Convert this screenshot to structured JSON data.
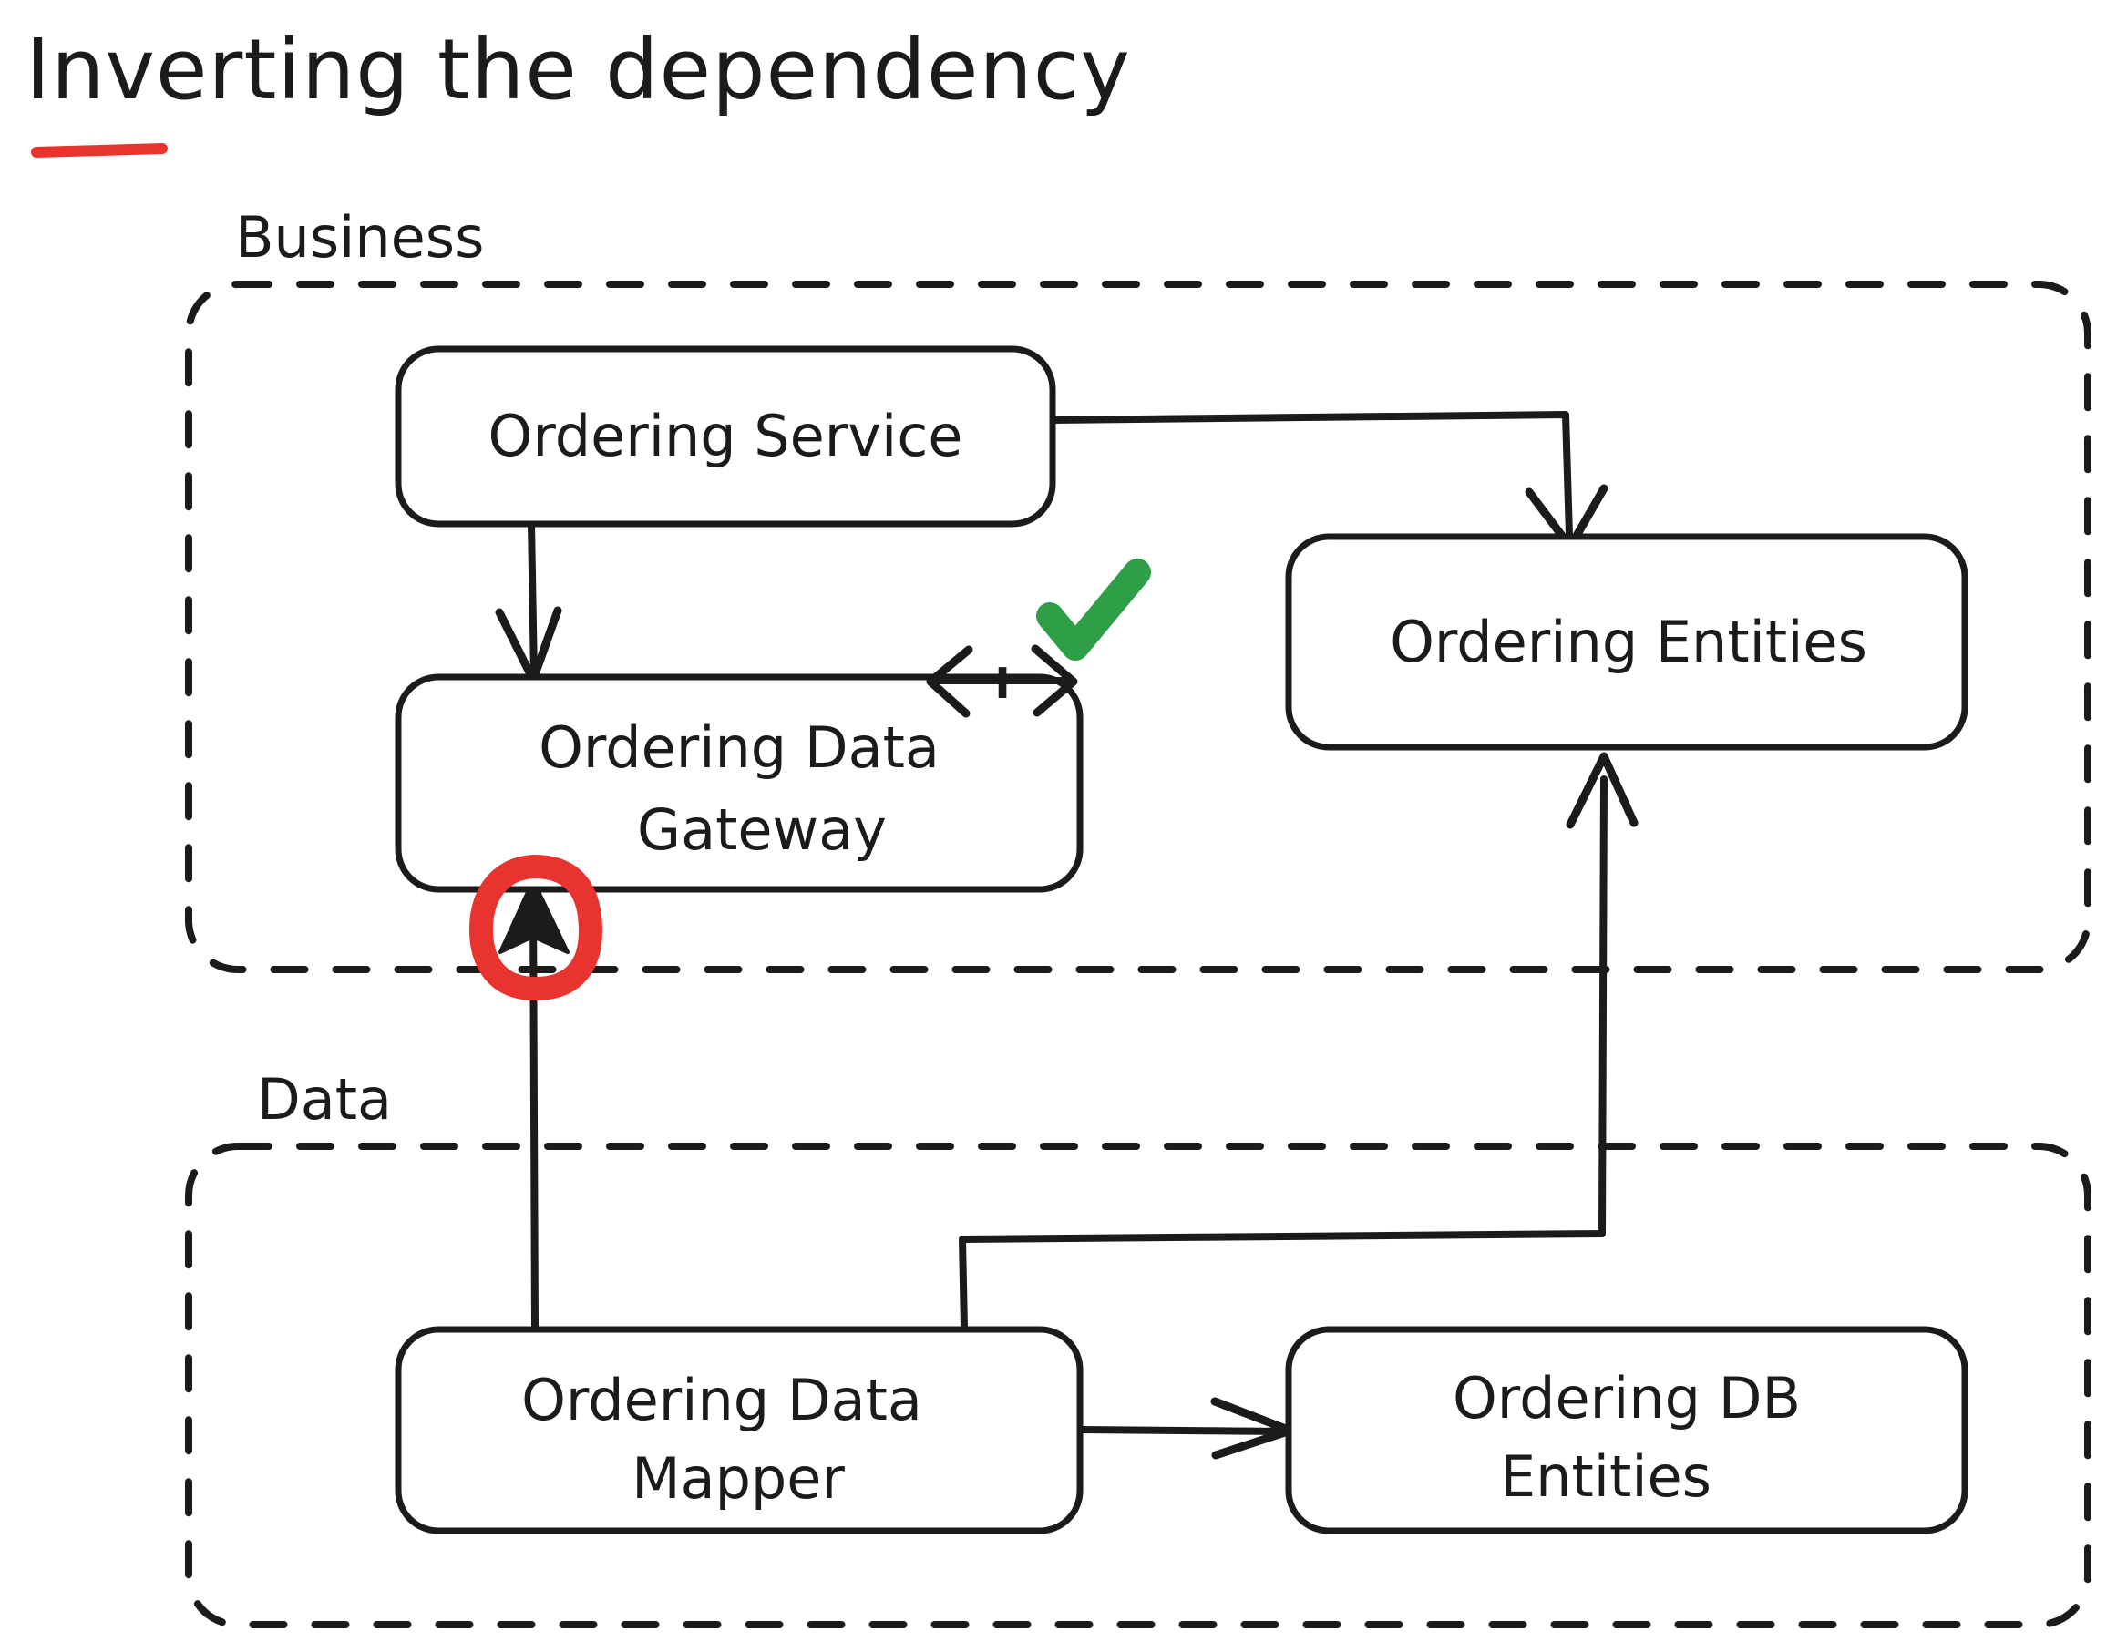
{
  "title": {
    "text": "Inverting the dependency",
    "underline_color": "#e8332f"
  },
  "colors": {
    "ink": "#1b1b1b",
    "background": "#ffffff",
    "highlight_red": "#e8332f",
    "check_green": "#2e9e47"
  },
  "zones": [
    {
      "id": "business",
      "label": "Business"
    },
    {
      "id": "data",
      "label": "Data"
    }
  ],
  "nodes": [
    {
      "id": "ordering-service",
      "zone": "business",
      "lines": [
        "Ordering Service"
      ]
    },
    {
      "id": "ordering-data-gateway",
      "zone": "business",
      "lines": [
        "Ordering Data",
        "Gateway"
      ]
    },
    {
      "id": "ordering-entities",
      "zone": "business",
      "lines": [
        "Ordering Entities"
      ]
    },
    {
      "id": "ordering-data-mapper",
      "zone": "data",
      "lines": [
        "Ordering Data",
        "Mapper"
      ]
    },
    {
      "id": "ordering-db-entities",
      "zone": "data",
      "lines": [
        "Ordering DB",
        "Entities"
      ]
    }
  ],
  "edges": [
    {
      "id": "service-to-gateway",
      "from": "ordering-service",
      "to": "ordering-data-gateway"
    },
    {
      "id": "service-to-entities",
      "from": "ordering-service",
      "to": "ordering-entities"
    },
    {
      "id": "mapper-to-gateway",
      "from": "ordering-data-mapper",
      "to": "ordering-data-gateway"
    },
    {
      "id": "mapper-to-entities",
      "from": "ordering-data-mapper",
      "to": "ordering-entities"
    },
    {
      "id": "mapper-to-db-entities",
      "from": "ordering-data-mapper",
      "to": "ordering-db-entities"
    }
  ],
  "annotations": {
    "interface_marker": {
      "label": "I",
      "on_node": "ordering-data-gateway"
    },
    "check_mark": {
      "symbol": "check",
      "color": "#2e9e47"
    },
    "red_circle": {
      "symbol": "circle",
      "color": "#e8332f",
      "highlights_edge": "mapper-to-gateway"
    }
  }
}
